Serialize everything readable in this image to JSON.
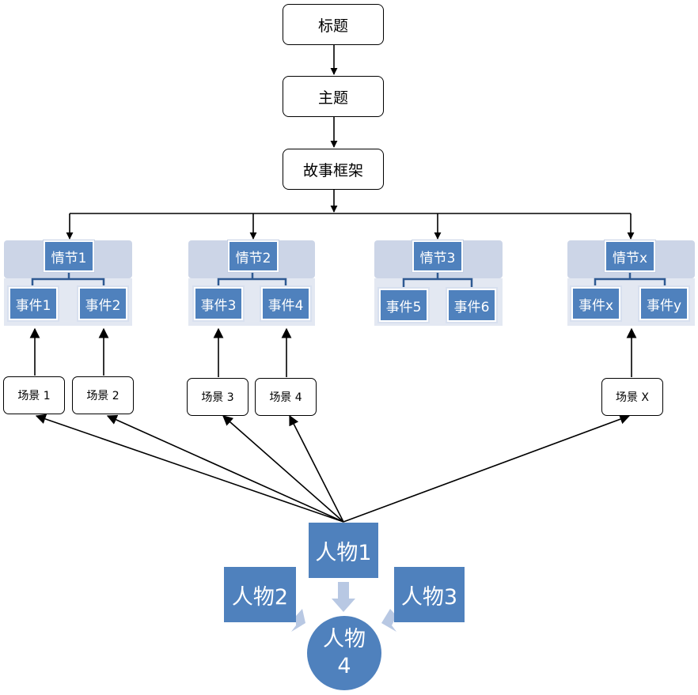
{
  "flow": {
    "title": "标题",
    "theme": "主题",
    "framework": "故事框架"
  },
  "plots": [
    {
      "label": "情节1",
      "events": [
        "事件1",
        "事件2"
      ]
    },
    {
      "label": "情节2",
      "events": [
        "事件3",
        "事件4"
      ]
    },
    {
      "label": "情节3",
      "events": [
        "事件5",
        "事件6"
      ]
    },
    {
      "label": "情节x",
      "events": [
        "事件x",
        "事件y"
      ]
    }
  ],
  "scenes": [
    "场景 1",
    "场景 2",
    "场景 3",
    "场景 4",
    "场景 X"
  ],
  "characters": {
    "c1": "人物1",
    "c2": "人物2",
    "c3": "人物3",
    "c4_line1": "人物",
    "c4_line2": "4"
  },
  "colors": {
    "box_blue": "#4f81bd",
    "panel": "#ccd5e7",
    "light_arrow": "#b8c8e3"
  }
}
